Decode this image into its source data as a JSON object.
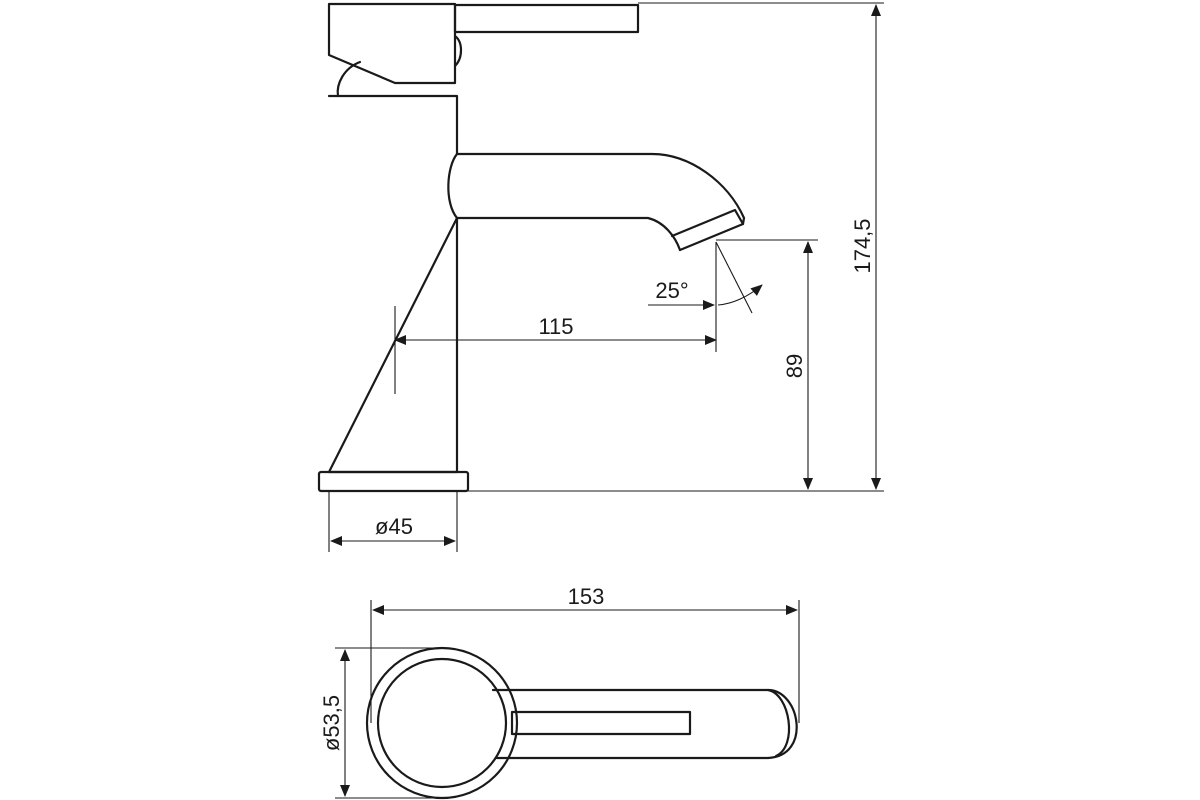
{
  "drawing": {
    "side_view": {
      "spout_reach": "115",
      "spout_angle": "25°",
      "spout_height": "89",
      "total_height": "174,5",
      "base_diameter": "ø45"
    },
    "top_view": {
      "total_length": "153",
      "body_diameter": "ø53,5"
    }
  }
}
